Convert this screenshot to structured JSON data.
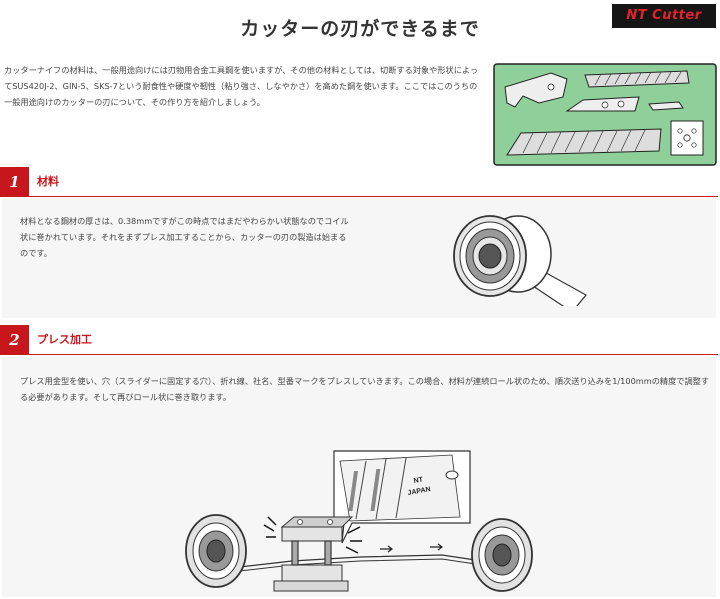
{
  "page": {
    "title": "カッターの刃ができるまで",
    "logo_text": "NT Cutter",
    "intro": "カッターナイフの材料は、一般用途向けには刃物用合金工具鋼を使いますが、その他の材料としては、切断する対象や形状によってSUS420J-2、GIN-5、SKS-7という耐食性や硬度や靭性（粘り強さ、しなやかさ）を高めた鋼を使います。ここではこのうちの一般用途向けのカッターの刃について、その作り方を紹介しましょう。"
  },
  "sections": [
    {
      "number": "1",
      "title": "材料",
      "text": "材料となる鋼材の厚さは、0.38mmですがこの時点ではまだやわらかい状態なのでコイル状に巻かれています。それをまずプレス加工することから、カッターの刃の製造は始まるのです。"
    },
    {
      "number": "2",
      "title": "プレス加工",
      "text": "プレス用金型を使い、穴（スライダーに固定する穴）、折れ線、社名、型番マークをプレスしていきます。この場合、材料が連続ロール状のため、順次送り込みを1/100mmの精度で調整する必要があります。そして再びロール状に巻き取ります。",
      "callout_text": [
        "NT",
        "JAPAN"
      ]
    }
  ],
  "colors": {
    "accent": "#c8161d",
    "panel_bg": "#f6f6f6",
    "illust_green": "#8fd09a"
  }
}
